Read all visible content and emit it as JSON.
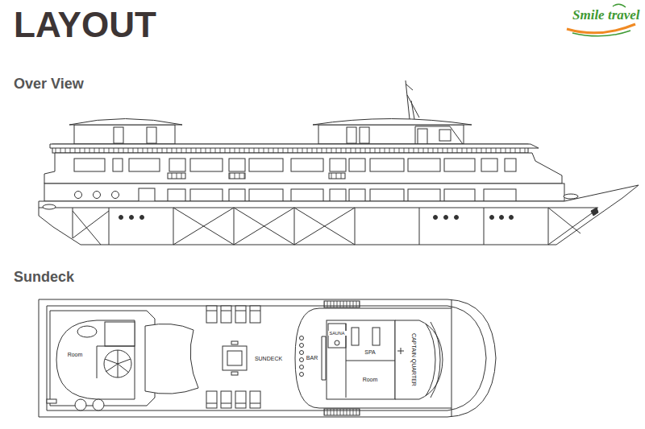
{
  "diagram": {
    "title": "LAYOUT",
    "nodes": [
      {
        "text": [
          "Room"
        ]
      },
      {
        "text": [
          "SUNDECK"
        ]
      },
      {
        "text": [
          "BAR"
        ]
      },
      {
        "text": [
          "SAUNA"
        ]
      },
      {
        "text": [
          "SPA"
        ]
      },
      {
        "text": [
          "Room"
        ]
      },
      {
        "text": [
          "CAPTAIN QUARTER"
        ]
      }
    ],
    "labels": [
      "Smile travel",
      "Over View",
      "Sundeck"
    ]
  }
}
